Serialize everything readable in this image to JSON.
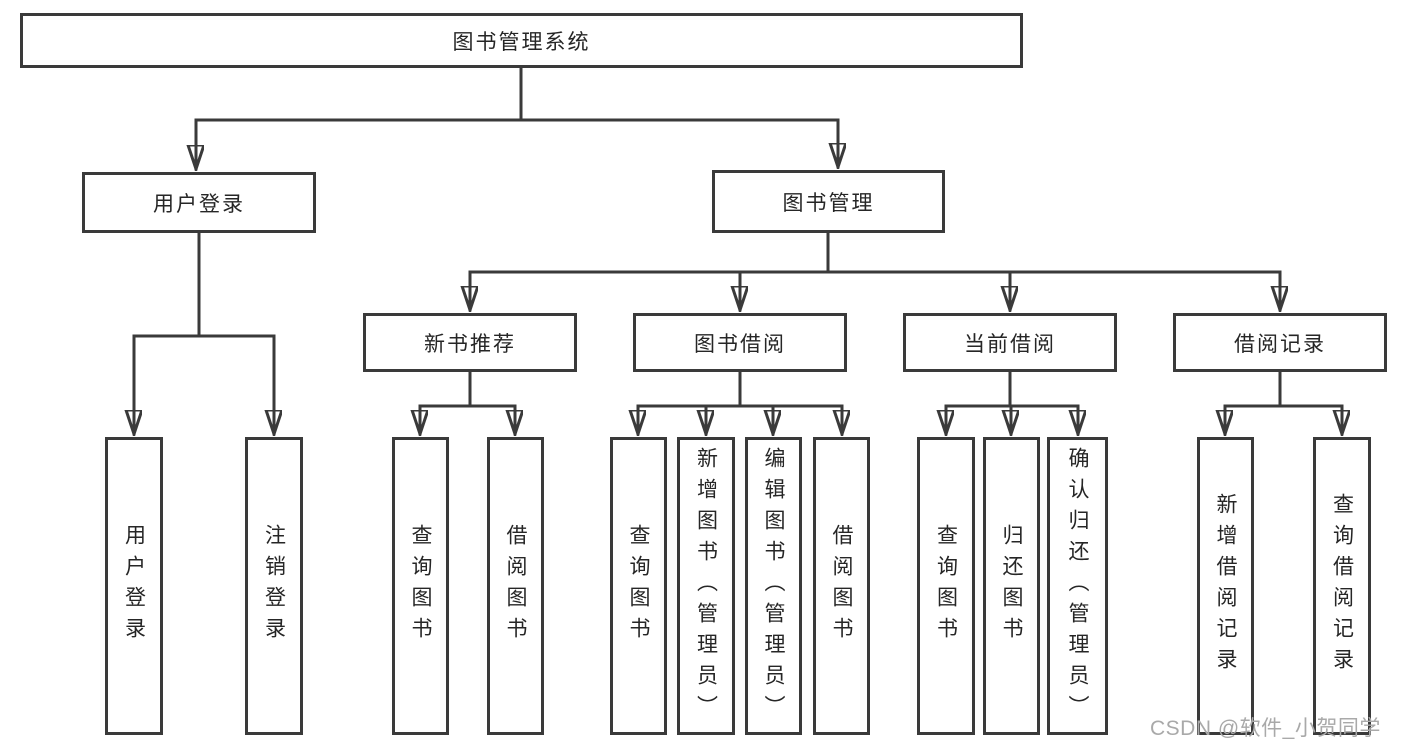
{
  "tree": {
    "label": "图书管理系统",
    "children": [
      {
        "label": "用户登录",
        "children": [
          {
            "label": "用户登录"
          },
          {
            "label": "注销登录"
          }
        ]
      },
      {
        "label": "图书管理",
        "children": [
          {
            "label": "新书推荐",
            "children": [
              {
                "label": "查询图书"
              },
              {
                "label": "借阅图书"
              }
            ]
          },
          {
            "label": "图书借阅",
            "children": [
              {
                "label": "查询图书"
              },
              {
                "label": "新增图书（管理员）"
              },
              {
                "label": "编辑图书（管理员）"
              },
              {
                "label": "借阅图书"
              }
            ]
          },
          {
            "label": "当前借阅",
            "children": [
              {
                "label": "查询图书"
              },
              {
                "label": "归还图书"
              },
              {
                "label": "确认归还（管理员）"
              }
            ]
          },
          {
            "label": "借阅记录",
            "children": [
              {
                "label": "新增借阅记录"
              },
              {
                "label": "查询借阅记录"
              }
            ]
          }
        ]
      }
    ]
  },
  "watermark": {
    "text": "CSDN @软件_小贺同学"
  },
  "colors": {
    "line": "#3a3a3a",
    "box_border": "#3a3a3a",
    "box_fill": "#ffffff",
    "text": "#262626",
    "watermark": "#a9a9a9",
    "background": "#ffffff"
  }
}
